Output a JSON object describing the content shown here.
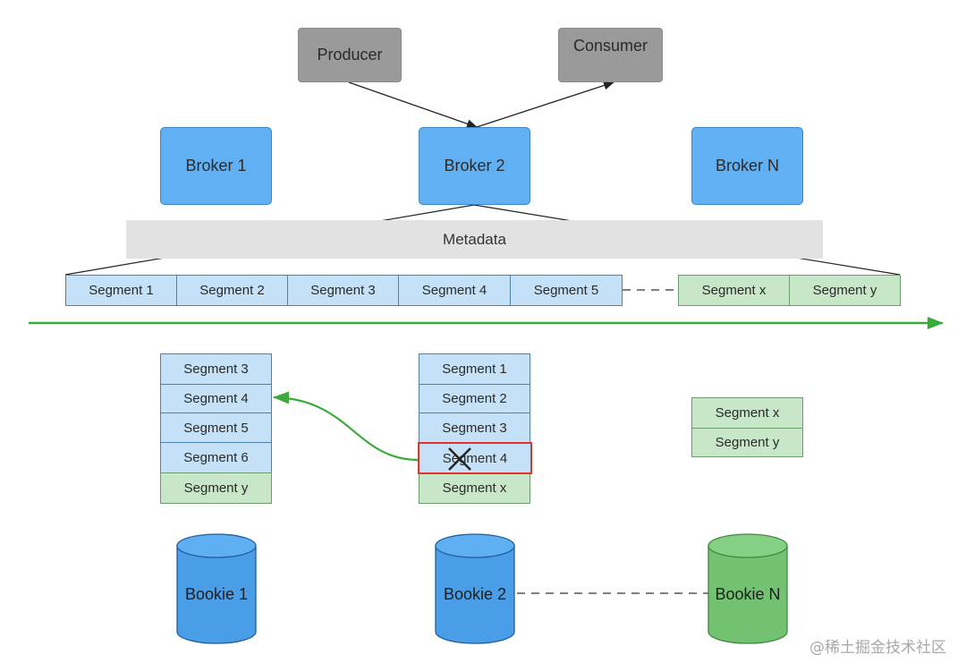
{
  "producer": {
    "label": "Producer"
  },
  "consumer": {
    "label": "Consumer"
  },
  "brokers": [
    {
      "label": "Broker 1"
    },
    {
      "label": "Broker 2"
    },
    {
      "label": "Broker N"
    }
  ],
  "metadata": {
    "label": "Metadata"
  },
  "ledger": {
    "segments": [
      {
        "label": "Segment 1"
      },
      {
        "label": "Segment 2"
      },
      {
        "label": "Segment 3"
      },
      {
        "label": "Segment 4"
      },
      {
        "label": "Segment 5"
      }
    ],
    "tail_segments": [
      {
        "label": "Segment x"
      },
      {
        "label": "Segment y"
      }
    ]
  },
  "bookies": [
    {
      "label": "Bookie 1",
      "color": "#4a9ee8",
      "segments": [
        "Segment 3",
        "Segment 4",
        "Segment 5",
        "Segment 6",
        "Segment y"
      ]
    },
    {
      "label": "Bookie 2",
      "color": "#4a9ee8",
      "segments": [
        "Segment 1",
        "Segment 2",
        "Segment 3",
        "Segment 4",
        "Segment x"
      ]
    },
    {
      "label": "Bookie N",
      "color": "#72c272",
      "segments": [
        "Segment x",
        "Segment y"
      ]
    }
  ],
  "colors": {
    "broker_fill": "#61b0f3",
    "segment_blue": "#c4e1f8",
    "segment_green": "#c8e6c8",
    "time_arrow": "#3aaa3a",
    "failure_outline": "#e4312b"
  },
  "watermark": {
    "text": "@稀土掘金技术社区"
  }
}
